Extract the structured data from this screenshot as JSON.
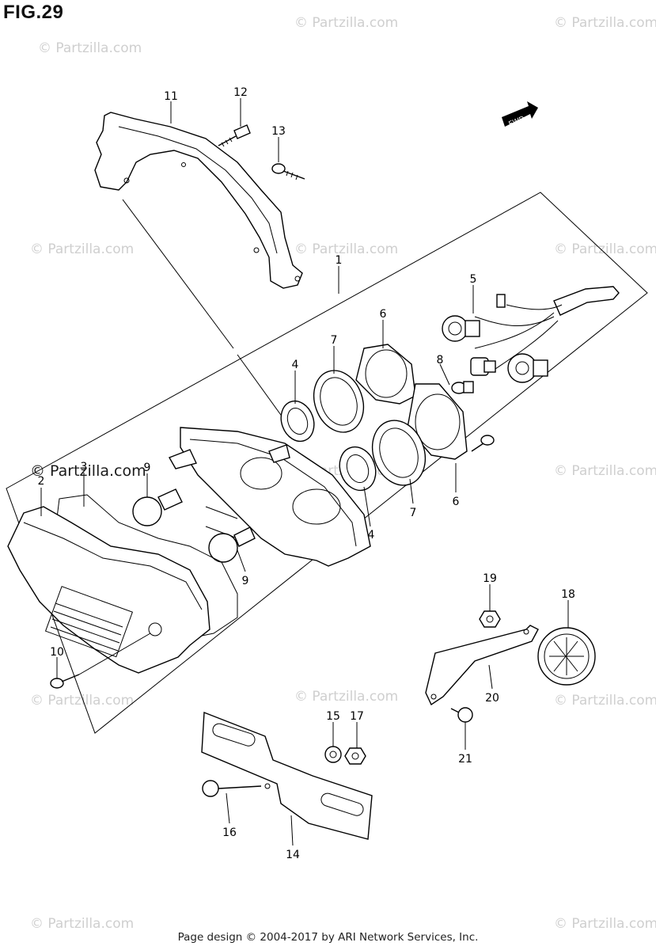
{
  "figure": {
    "title": "FIG.29",
    "fwd_label": "FWD"
  },
  "branding": {
    "site": "© Partzilla.com",
    "watermark": "© Partzilla.com"
  },
  "footer": {
    "text": "Page design © 2004-2017 by ARI Network Services, Inc."
  },
  "callouts": [
    {
      "id": "c1",
      "label": "1"
    },
    {
      "id": "c2",
      "label": "2"
    },
    {
      "id": "c3",
      "label": "3"
    },
    {
      "id": "c4a",
      "label": "4"
    },
    {
      "id": "c4b",
      "label": "4"
    },
    {
      "id": "c5",
      "label": "5"
    },
    {
      "id": "c6a",
      "label": "6"
    },
    {
      "id": "c6b",
      "label": "6"
    },
    {
      "id": "c7a",
      "label": "7"
    },
    {
      "id": "c7b",
      "label": "7"
    },
    {
      "id": "c8",
      "label": "8"
    },
    {
      "id": "c9a",
      "label": "9"
    },
    {
      "id": "c9b",
      "label": "9"
    },
    {
      "id": "c10",
      "label": "10"
    },
    {
      "id": "c11",
      "label": "11"
    },
    {
      "id": "c12",
      "label": "12"
    },
    {
      "id": "c13",
      "label": "13"
    },
    {
      "id": "c14",
      "label": "14"
    },
    {
      "id": "c15",
      "label": "15"
    },
    {
      "id": "c16",
      "label": "16"
    },
    {
      "id": "c17",
      "label": "17"
    },
    {
      "id": "c18",
      "label": "18"
    },
    {
      "id": "c19",
      "label": "19"
    },
    {
      "id": "c20",
      "label": "20"
    },
    {
      "id": "c21",
      "label": "21"
    }
  ]
}
